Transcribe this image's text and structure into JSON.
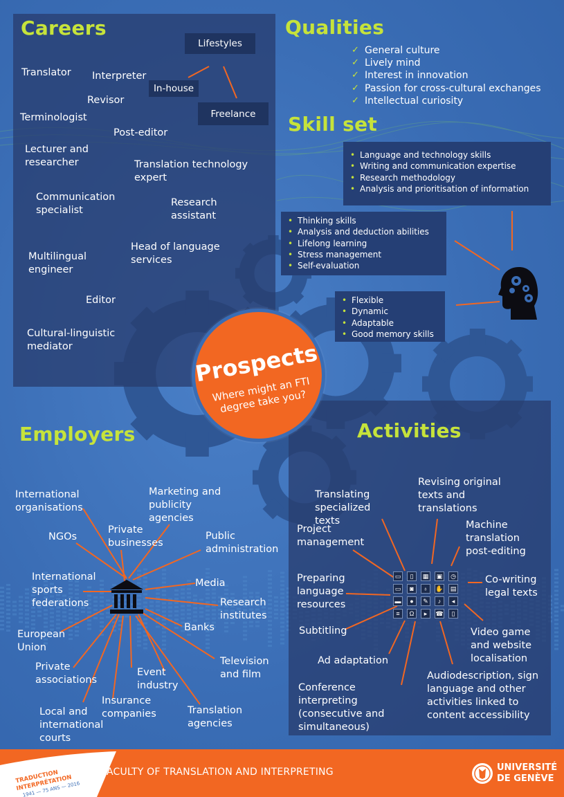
{
  "colors": {
    "accent": "#c6e33b",
    "orange": "#f26722",
    "background": "#3a6fb8",
    "panel": "#283c6e"
  },
  "careers": {
    "title": "Careers",
    "tags": [
      "Lifestyles",
      "In-house",
      "Freelance"
    ],
    "items": [
      "Translator",
      "Interpreter",
      "Revisor",
      "Terminologist",
      "Post-editor",
      "Lecturer and researcher",
      "Translation technology expert",
      "Communication specialist",
      "Research assistant",
      "Multilingual engineer",
      "Head of language services",
      "Editor",
      "Cultural-linguistic mediator"
    ]
  },
  "qualities": {
    "title": "Qualities",
    "items": [
      "General culture",
      "Lively mind",
      "Interest in innovation",
      "Passion for cross-cultural exchanges",
      "Intellectual curiosity"
    ]
  },
  "skills": {
    "title": "Skill set",
    "group1": [
      "Language and technology skills",
      "Writing and communication expertise",
      "Research methodology",
      "Analysis and prioritisation of information"
    ],
    "group2": [
      "Thinking skills",
      "Analysis and deduction abilities",
      "Lifelong learning",
      "Stress management",
      "Self-evaluation"
    ],
    "group3": [
      "Flexible",
      "Dynamic",
      "Adaptable",
      "Good memory skills"
    ],
    "head_icon": "head-gears-icon"
  },
  "center": {
    "title": "Prospects",
    "subtitle": "Where might an FTI degree take you?"
  },
  "employers": {
    "title": "Employers",
    "icon": "institution-icon",
    "items": [
      "International organisations",
      "Marketing and publicity agencies",
      "NGOs",
      "Private businesses",
      "Public administration",
      "International sports federations",
      "Media",
      "Research institutes",
      "European Union",
      "Banks",
      "Private associations",
      "Event industry",
      "Television and film",
      "Insurance companies",
      "Local and international courts",
      "Translation agencies"
    ]
  },
  "activities": {
    "title": "Activities",
    "icon": "media-grid-icon",
    "items": [
      "Translating specialized texts",
      "Revising original texts and translations",
      "Project management",
      "Machine translation post-editing",
      "Preparing language resources",
      "Co-writing legal texts",
      "Subtitling",
      "Video game and website localisation",
      "Ad adaptation",
      "Conference interpreting (consecutive and simultaneous)",
      "Audiodescription, sign language and other activities linked to content accessibility"
    ]
  },
  "footer": {
    "badge_line1": "TRADUCTION",
    "badge_line2": "INTERPRÉTATION",
    "badge_line3": "1941 — 75 ANS — 2016",
    "faculty": "FACULTY OF TRANSLATION AND INTERPRETING",
    "university_line1": "UNIVERSITÉ",
    "university_line2": "DE GENÈVE",
    "university_icon": "unige-seal-icon"
  }
}
